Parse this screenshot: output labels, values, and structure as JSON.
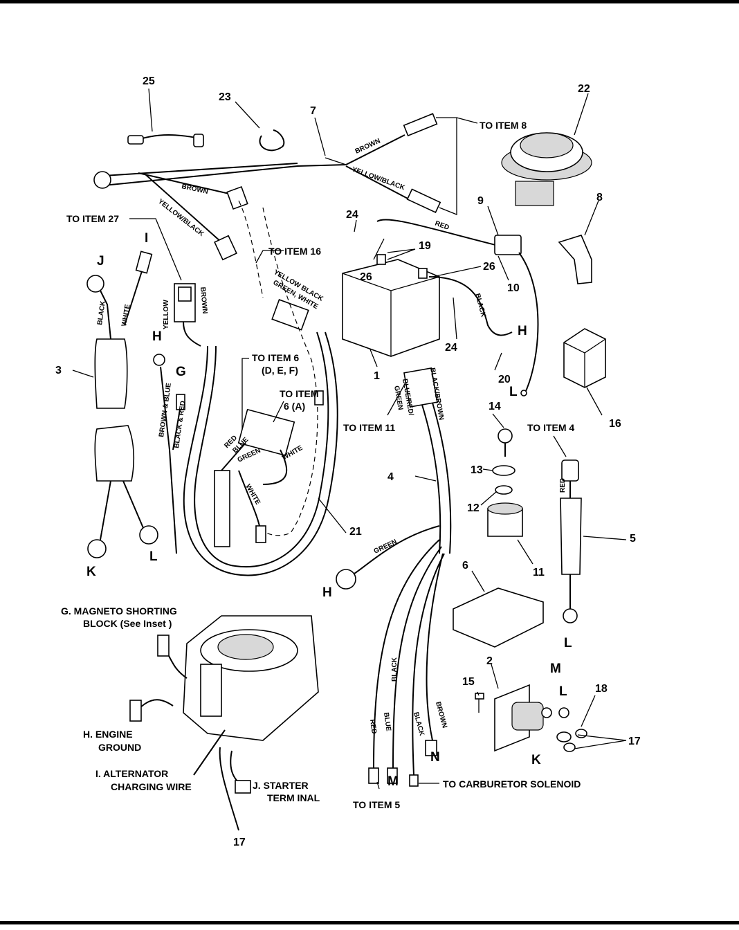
{
  "items": {
    "i1": "1",
    "i2": "2",
    "i3": "3",
    "i4": "4",
    "i5": "5",
    "i6": "6",
    "i7": "7",
    "i8": "8",
    "i9": "9",
    "i10": "10",
    "i11": "11",
    "i12": "12",
    "i13": "13",
    "i14": "14",
    "i15": "15",
    "i16": "16",
    "i17a": "17",
    "i17b": "17",
    "i18": "18",
    "i19": "19",
    "i20": "20",
    "i21": "21",
    "i22": "22",
    "i23": "23",
    "i24a": "24",
    "i24b": "24",
    "i25": "25",
    "i26a": "26",
    "i26b": "26"
  },
  "letters": {
    "J": "J",
    "I": "I",
    "H1": "H",
    "G": "G",
    "K": "K",
    "L1": "L",
    "H2": "H",
    "L2": "L",
    "H3": "H",
    "M1": "M",
    "M2": "M",
    "L3": "L",
    "L4": "L",
    "K2": "K",
    "N": "N"
  },
  "callouts": {
    "to_item_8": "TO ITEM 8",
    "to_item_27": "TO ITEM 27",
    "to_item_16": "TO ITEM 16",
    "to_item_6_a": "TO ITEM 6",
    "to_item_6_a2": "(D, E, F)",
    "to_item_6_b": "TO ITEM",
    "to_item_6_b2": "6 (A)",
    "to_item_11": "TO ITEM 11",
    "to_item_4": "TO ITEM 4",
    "to_item_5": "TO ITEM 5",
    "to_carb": "TO CARBURETOR SOLENOID"
  },
  "legend": {
    "g1": "G.  MAGNETO SHORTING",
    "g2": "BLOCK (See Inset )",
    "h1": "H.  ENGINE",
    "h2": "GROUND",
    "i1": "I.  ALTERNATOR",
    "i2": "CHARGING WIRE",
    "j1": "J.  STARTER",
    "j2": "TERM INAL"
  },
  "wires": {
    "brown": "BROWN",
    "yellow_black": "YELLOW/BLACK",
    "red": "RED",
    "black": "BLACK",
    "white": "WHITE",
    "yellow": "YELLOW",
    "green": "GREEN",
    "blue": "BLUE",
    "yellow_black_green_white_1": "YELLOW BLACK",
    "yellow_black_green_white_2": "GREEN, WHITE",
    "brown_blue": "BROWN & BLUE",
    "black_red": "BLACK & RED",
    "black_brown": "BLACK/BROWN",
    "blue_red_green_1": "BLUE/RED/",
    "blue_red_green_2": "GREEN"
  }
}
